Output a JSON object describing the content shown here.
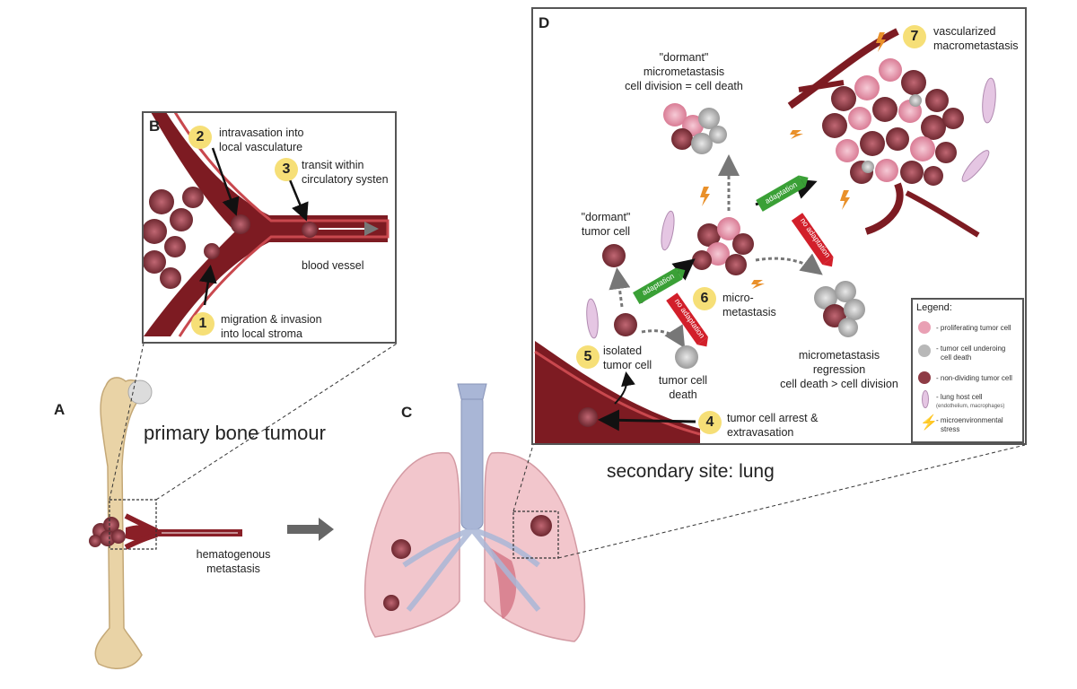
{
  "panels": {
    "a": "A",
    "b": "B",
    "c": "C",
    "d": "D"
  },
  "bone": {
    "title": "primary bone tumour",
    "caption_line1": "hematogenous",
    "caption_line2": "metastasis"
  },
  "lung": {
    "title": "secondary site: lung"
  },
  "panel_b": {
    "steps": [
      {
        "num": "1",
        "line1": "migration & invasion",
        "line2": "into local stroma"
      },
      {
        "num": "2",
        "line1": "intravasation into",
        "line2": "local vasculature"
      },
      {
        "num": "3",
        "line1": "transit within",
        "line2": "circulatory systen"
      }
    ],
    "vessel_label": "blood vessel"
  },
  "panel_d": {
    "dormant_micro": {
      "line1": "\"dormant\"",
      "line2": "micrometastasis",
      "line3": "cell division = cell death"
    },
    "dormant_cell": {
      "line1": "\"dormant\"",
      "line2": "tumor cell"
    },
    "step4": {
      "num": "4",
      "line1": "tumor cell arrest &",
      "line2": "extravasation"
    },
    "step5": {
      "num": "5",
      "line1": "isolated",
      "line2": "tumor cell"
    },
    "step6": {
      "num": "6",
      "line1": "micro-",
      "line2": "metastasis"
    },
    "step7": {
      "num": "7",
      "line1": "vascularized",
      "line2": "macrometastasis"
    },
    "death": {
      "line1": "tumor cell",
      "line2": "death"
    },
    "regression": {
      "line1": "micrometastasis",
      "line2": "regression",
      "line3": "cell death > cell division"
    },
    "tags": {
      "adaptation": "adaptation",
      "no_adaptation": "no adaptation"
    }
  },
  "legend": {
    "title": "Legend:",
    "items": [
      {
        "text": "- proliferating tumor cell",
        "sub": ""
      },
      {
        "text": "- tumor cell underoing",
        "sub": "cell death"
      },
      {
        "text": "- non-dividing tumor cell",
        "sub": ""
      },
      {
        "text": "- lung host cell",
        "sub": "(endothelium, macrophages)"
      },
      {
        "text": "- microenvironmental",
        "sub": "stress"
      }
    ]
  },
  "colors": {
    "vessel_dark": "#7d1b22",
    "vessel_light": "#c9484e",
    "tumor_dark": "#8e3b45",
    "tumor_pink": "#e9a0b4",
    "bone": "#e9d3a6",
    "lung_pink": "#f2c6cc",
    "trachea": "#a9b6d6",
    "adapt_green": "#3aa036",
    "no_adapt_red": "#d21f2a",
    "badge_yellow": "#f6df77"
  }
}
